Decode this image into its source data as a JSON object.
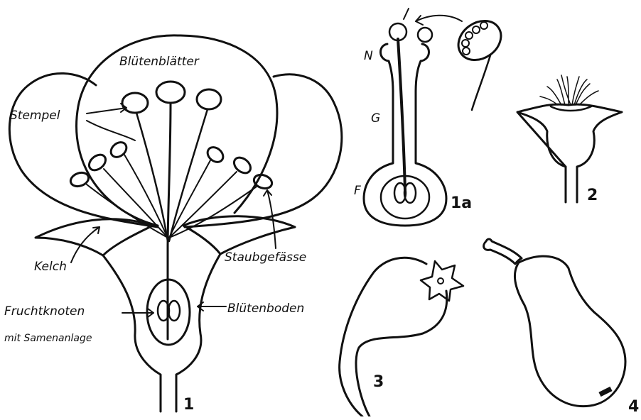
{
  "labels": {
    "petals": "Blütenblätter",
    "pistil": "Stempel",
    "calyx": "Kelch",
    "stamens": "Staubgefässe",
    "ovary": "Fruchtknoten",
    "ovary_sub": "mit Samenanlage",
    "receptacle": "Blütenboden"
  },
  "detail_labels": {
    "stigma": "N",
    "style": "G",
    "ovary": "F"
  },
  "figure_numbers": {
    "fig1": "1",
    "fig1a": "1a",
    "fig2": "2",
    "fig3": "3",
    "fig4": "4"
  },
  "colors": {
    "ink": "#111111",
    "paper": "#ffffff"
  }
}
